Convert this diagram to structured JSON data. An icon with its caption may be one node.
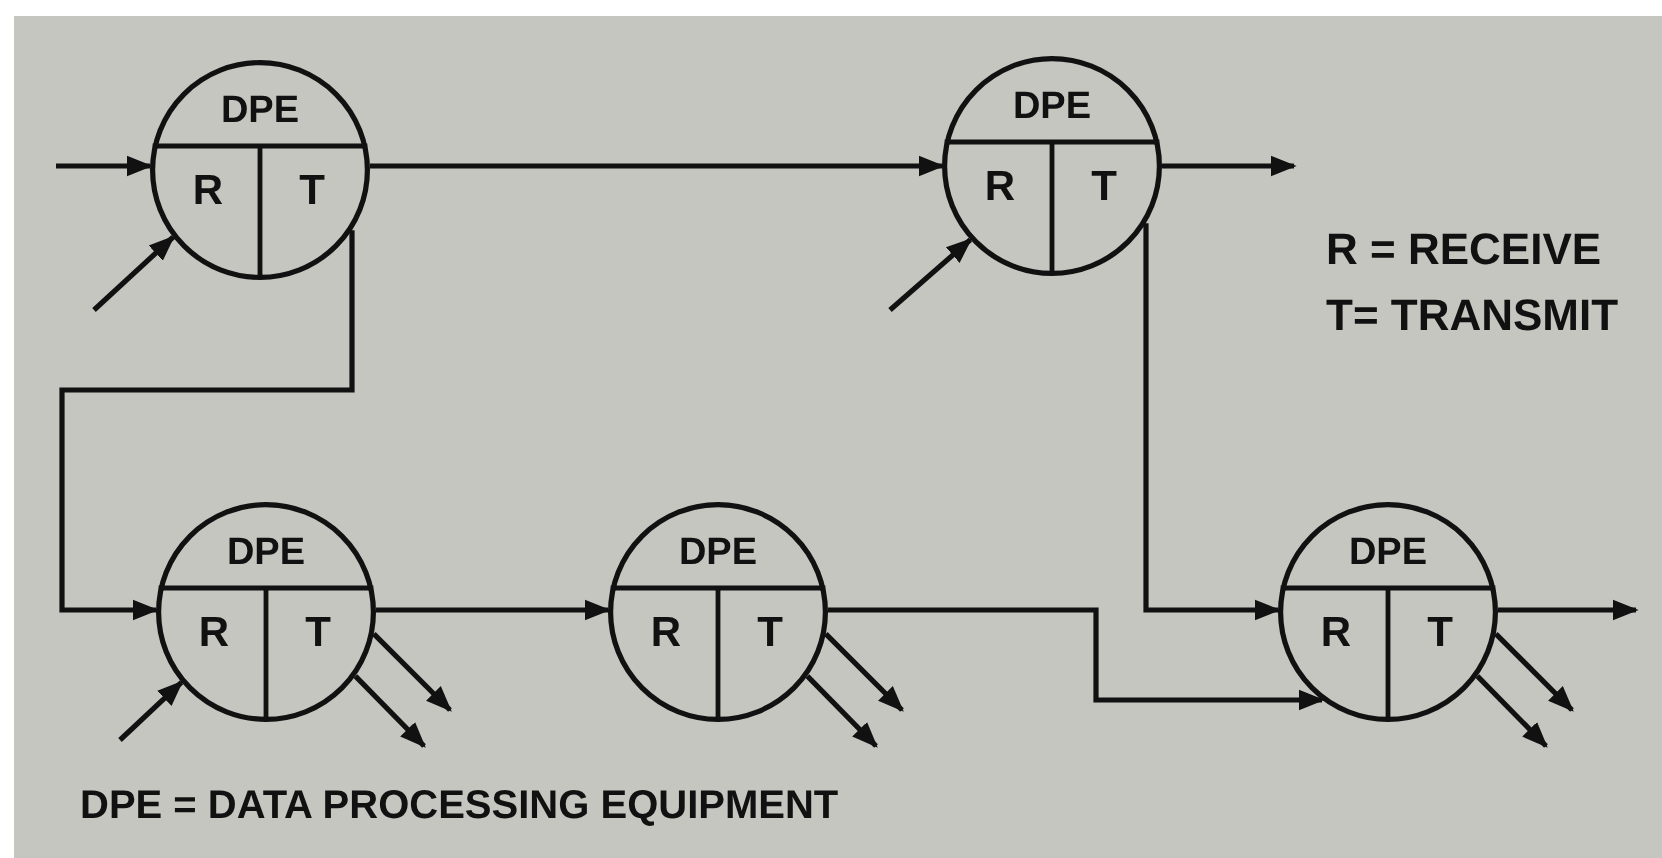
{
  "diagram": {
    "nodes": [
      {
        "text": [
          "DPE",
          "R",
          "T"
        ]
      },
      {
        "text": [
          "DPE",
          "R",
          "T"
        ]
      },
      {
        "text": [
          "DPE",
          "R",
          "T"
        ]
      },
      {
        "text": [
          "DPE",
          "R",
          "T"
        ]
      },
      {
        "text": [
          "DPE",
          "R",
          "T"
        ]
      }
    ],
    "edges": [
      {
        "from": null,
        "to": 0,
        "arrow": "to"
      },
      {
        "from": null,
        "to": 0,
        "arrow": "to"
      },
      {
        "from": 0,
        "to": 1,
        "arrow": "to"
      },
      {
        "from": 0,
        "to": 2,
        "arrow": "to"
      },
      {
        "from": null,
        "to": 1,
        "arrow": "to"
      },
      {
        "from": 1,
        "to": null,
        "arrow": "to"
      },
      {
        "from": 1,
        "to": 4,
        "arrow": "to"
      },
      {
        "from": null,
        "to": 2,
        "arrow": "to"
      },
      {
        "from": 2,
        "to": 3,
        "arrow": "to"
      },
      {
        "from": 2,
        "to": null,
        "arrow": "to"
      },
      {
        "from": 2,
        "to": null,
        "arrow": "to"
      },
      {
        "from": 3,
        "to": 4,
        "arrow": "to"
      },
      {
        "from": 3,
        "to": null,
        "arrow": "to"
      },
      {
        "from": 3,
        "to": null,
        "arrow": "to"
      },
      {
        "from": 4,
        "to": null,
        "arrow": "to"
      },
      {
        "from": 4,
        "to": null,
        "arrow": "to"
      },
      {
        "from": 4,
        "to": null,
        "arrow": "to"
      }
    ],
    "labels": [
      "R = RECEIVE",
      "T= TRANSMIT",
      "DPE = DATA PROCESSING EQUIPMENT"
    ]
  }
}
